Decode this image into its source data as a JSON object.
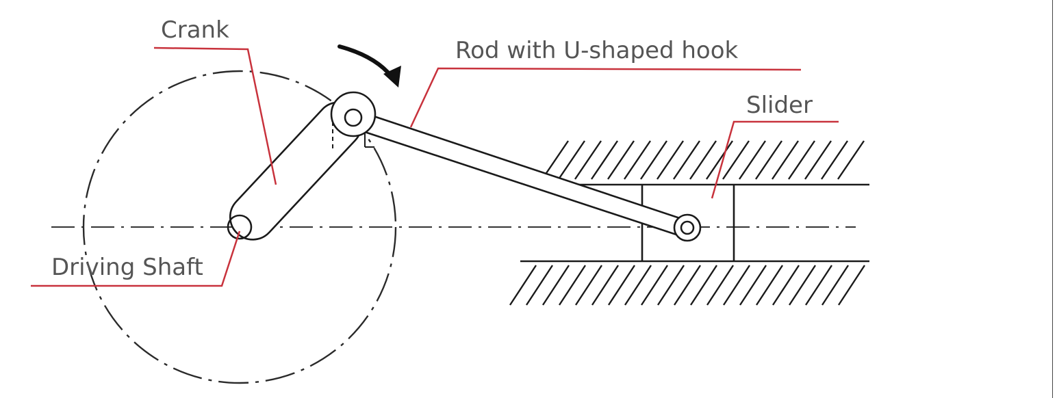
{
  "diagram": {
    "labels": {
      "crank": "Crank",
      "rod": "Rod with U-shaped hook",
      "slider": "Slider",
      "driving_shaft": "Driving Shaft"
    },
    "colors": {
      "leader_lines": "#c8323c",
      "outline": "#1a1a1a",
      "label_text": "#555555",
      "background": "#ffffff"
    },
    "rotation_direction": "clockwise"
  }
}
